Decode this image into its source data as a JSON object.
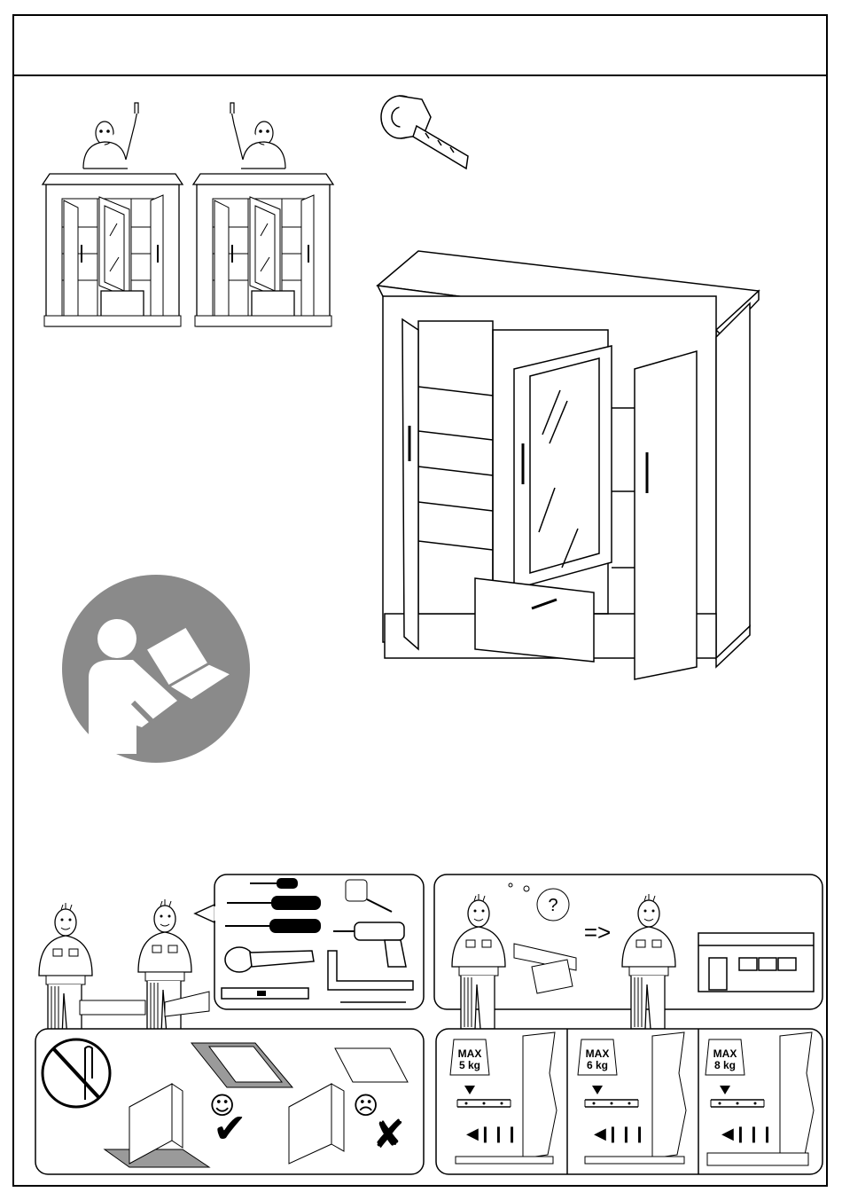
{
  "drawer_panels": [
    {
      "max_label": "MAX",
      "load_label": "5 kg"
    },
    {
      "max_label": "MAX",
      "load_label": "6 kg"
    },
    {
      "max_label": "MAX",
      "load_label": "8 kg"
    }
  ],
  "help_panel": {
    "question_mark": "?",
    "arrow_symbol": "=>"
  },
  "colors": {
    "line": "#000000",
    "pictogram_gray": "#8a8a8a",
    "paper": "#ffffff"
  }
}
